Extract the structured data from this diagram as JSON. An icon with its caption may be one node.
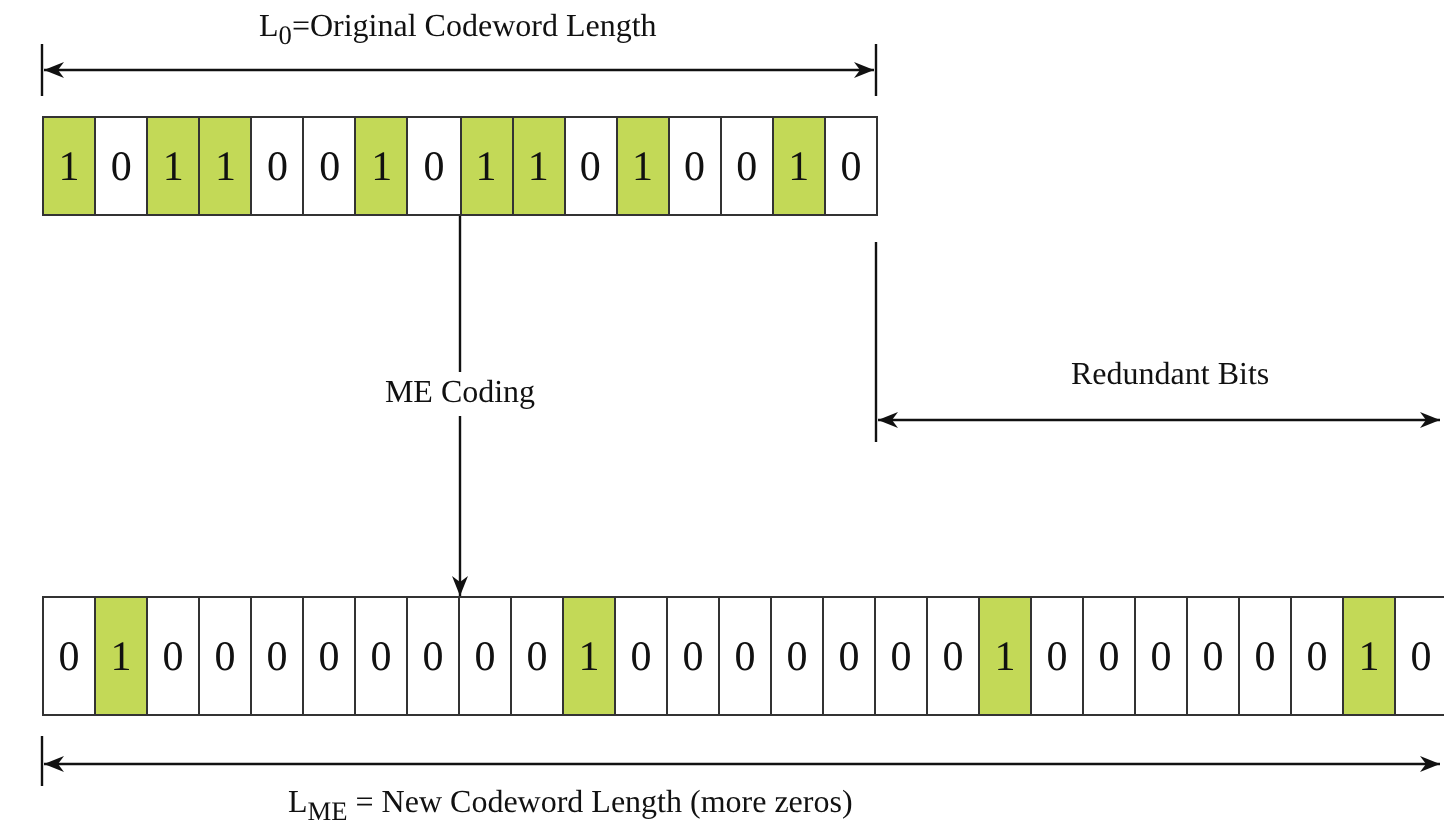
{
  "diagram": {
    "nodes": [
      {
        "text": [],
        "shape": "bar"
      },
      {
        "text": [
          "1"
        ],
        "in": 0
      },
      {
        "text": [
          "0"
        ],
        "in": 0
      },
      {
        "text": [
          "1"
        ],
        "in": 0
      },
      {
        "text": [
          "1"
        ],
        "in": 0
      },
      {
        "text": [
          "0"
        ],
        "in": 0
      },
      {
        "text": [
          "0"
        ],
        "in": 0
      },
      {
        "text": [
          "1"
        ],
        "in": 0
      },
      {
        "text": [
          "0"
        ],
        "in": 0
      },
      {
        "text": [
          "1"
        ],
        "in": 0
      },
      {
        "text": [
          "1"
        ],
        "in": 0
      },
      {
        "text": [
          "0"
        ],
        "in": 0
      },
      {
        "text": [
          "1"
        ],
        "in": 0
      },
      {
        "text": [
          "0"
        ],
        "in": 0
      },
      {
        "text": [
          "0"
        ],
        "in": 0
      },
      {
        "text": [
          "1"
        ],
        "in": 0
      },
      {
        "text": [
          "0"
        ],
        "in": 0
      },
      {
        "text": [],
        "shape": "bar"
      },
      {
        "text": [
          "0"
        ],
        "in": 17
      },
      {
        "text": [
          "1"
        ],
        "in": 17
      },
      {
        "text": [
          "0"
        ],
        "in": 17
      },
      {
        "text": [
          "0"
        ],
        "in": 17
      },
      {
        "text": [
          "0"
        ],
        "in": 17
      },
      {
        "text": [
          "0"
        ],
        "in": 17
      },
      {
        "text": [
          "0"
        ],
        "in": 17
      },
      {
        "text": [
          "0"
        ],
        "in": 17
      },
      {
        "text": [
          "0"
        ],
        "in": 17
      },
      {
        "text": [
          "0"
        ],
        "in": 17
      },
      {
        "text": [
          "1"
        ],
        "in": 17
      },
      {
        "text": [
          "0"
        ],
        "in": 17
      },
      {
        "text": [
          "0"
        ],
        "in": 17
      },
      {
        "text": [
          "0"
        ],
        "in": 17
      },
      {
        "text": [
          "0"
        ],
        "in": 17
      },
      {
        "text": [
          "0"
        ],
        "in": 17
      },
      {
        "text": [
          "0"
        ],
        "in": 17
      },
      {
        "text": [
          "0"
        ],
        "in": 17
      },
      {
        "text": [
          "1"
        ],
        "in": 17
      },
      {
        "text": [
          "0"
        ],
        "in": 17
      },
      {
        "text": [
          "0"
        ],
        "in": 17
      },
      {
        "text": [
          "0"
        ],
        "in": 17
      },
      {
        "text": [
          "0"
        ],
        "in": 17
      },
      {
        "text": [
          "0"
        ],
        "in": 17
      },
      {
        "text": [
          "0"
        ],
        "in": 17
      },
      {
        "text": [
          "1"
        ],
        "in": 17
      },
      {
        "text": [
          "0"
        ],
        "in": 17
      }
    ],
    "edges": [
      {
        "from": 0,
        "to": 17,
        "arrow": "to",
        "label": "ME Coding"
      }
    ],
    "labels": [
      "L$_{0}$=Original Codeword Length",
      "Redundant Bits",
      "L$_{ME}$ = New Codeword Length (more zeros)"
    ]
  }
}
